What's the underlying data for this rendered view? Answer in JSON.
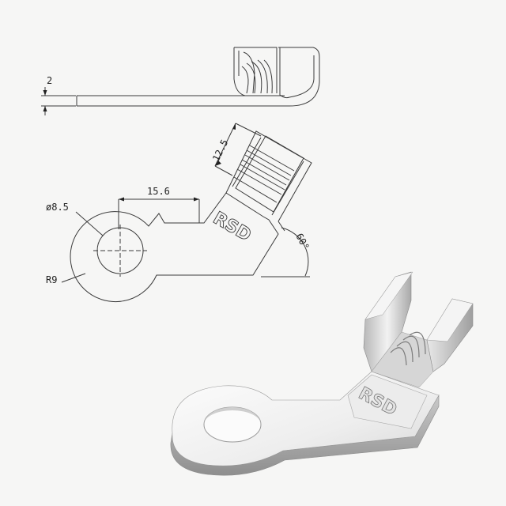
{
  "drawing": {
    "thickness_label": "2",
    "crimp_width_label": "12.5",
    "length_label": "15.6",
    "hole_diameter_label": "ø8.5",
    "ring_radius_label": "R9",
    "angle_label": "60°",
    "brand_mark": "RSD"
  },
  "render": {
    "brand_mark": "RSD"
  },
  "colors": {
    "line": "#3a3a3a",
    "metal_light": "#f4f4f4",
    "metal_mid": "#cfcfcf",
    "metal_dark": "#9a9a9a"
  }
}
